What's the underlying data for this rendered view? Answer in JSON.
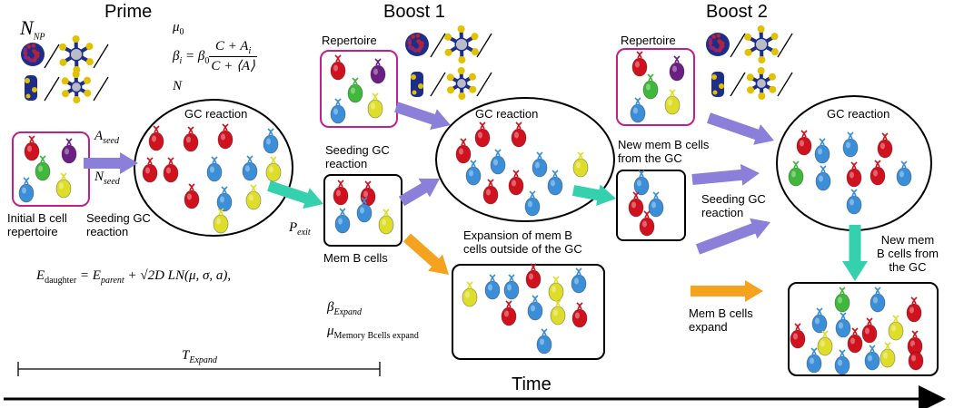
{
  "titles": {
    "prime": "Prime",
    "boost1": "Boost 1",
    "boost2": "Boost 2",
    "time": "Time"
  },
  "prime": {
    "initial_repertoire": "Initial B cell\nrepertoire",
    "seeding": "Seeding GC\nreaction",
    "gc": "GC reaction",
    "mem": "Mem B cells",
    "seeding_gc_label": "Seeding GC\nreaction"
  },
  "boost1": {
    "repertoire": "Repertoire",
    "gc": "GC reaction",
    "new_mem": "New mem B cells\nfrom the GC",
    "expansion": "Expansion of mem B\ncells outside of the GC"
  },
  "boost2": {
    "repertoire": "Repertoire",
    "gc": "GC reaction",
    "seeding": "Seeding GC\nreaction",
    "mem_expand": "Mem B cells\nexpand",
    "new_mem": "New mem\nB cells from\nthe GC"
  },
  "math": {
    "n_np": {
      "base": "N",
      "sub": "NP"
    },
    "mu0": {
      "base": "μ",
      "sub": "0"
    },
    "beta_i": {
      "lhs": "β",
      "lhs_sub": "i",
      "eq": " = β",
      "eq_sub": "0",
      "num": "C + A",
      "num_sub": "i",
      "den": "C + ⟨A⟩"
    },
    "n": "N",
    "a_seed": {
      "base": "A",
      "sub": "seed"
    },
    "n_seed": {
      "base": "N",
      "sub": "seed"
    },
    "p_exit": {
      "base": "P",
      "sub": "exit"
    },
    "e_daughter": {
      "lhs": "E",
      "lhs_sub": "daughter",
      "rhs1": " = E",
      "rhs1_sub": "parent",
      "rhs2": " + √2D LN(μ, σ, a),"
    },
    "beta_expand": {
      "base": "β",
      "sub": "Expand"
    },
    "mu_expand": {
      "base": "μ",
      "sub": "Memory Bcells expand"
    },
    "t_expand": {
      "base": "T",
      "sub": "Expand"
    }
  },
  "colors": {
    "red": "#d0121f",
    "blue": "#3b8fd9",
    "green": "#3fb83c",
    "purple": "#6c1f82",
    "yellow": "#dede2a",
    "arrow_purple": "#8a7fd9",
    "arrow_teal": "#35d0ae",
    "arrow_orange": "#f5a31f",
    "magenta": "#c0208e",
    "np_blue": "#1c2d8a",
    "np_red": "#b72035",
    "np_gold": "#e2c200",
    "np_grey": "#b9bcc5"
  }
}
